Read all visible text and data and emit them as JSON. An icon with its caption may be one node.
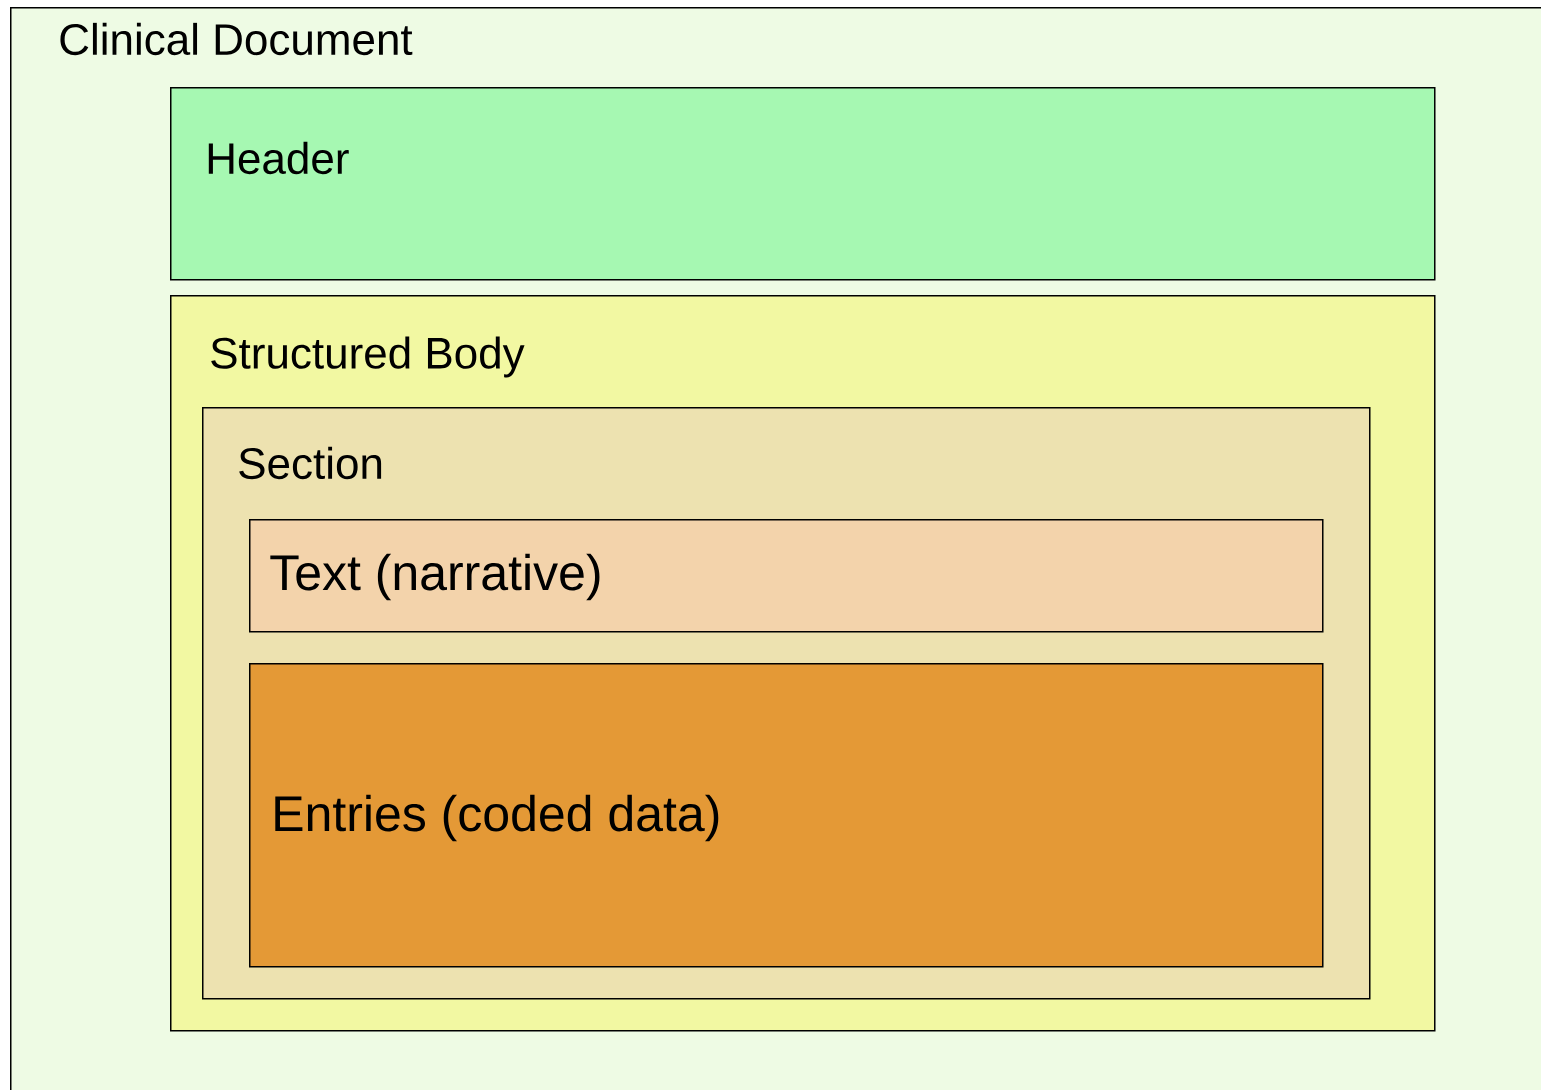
{
  "diagram": {
    "nodes": [
      {
        "text": [
          "Clinical Document"
        ]
      },
      {
        "text": [
          "Header"
        ],
        "in": 0
      },
      {
        "text": [
          "Structured Body"
        ],
        "in": 0
      },
      {
        "text": [
          "Section"
        ],
        "in": 2
      },
      {
        "text": [
          "Text (narrative)"
        ],
        "in": 3
      },
      {
        "text": [
          "Entries (coded data)"
        ],
        "in": 3
      }
    ]
  }
}
